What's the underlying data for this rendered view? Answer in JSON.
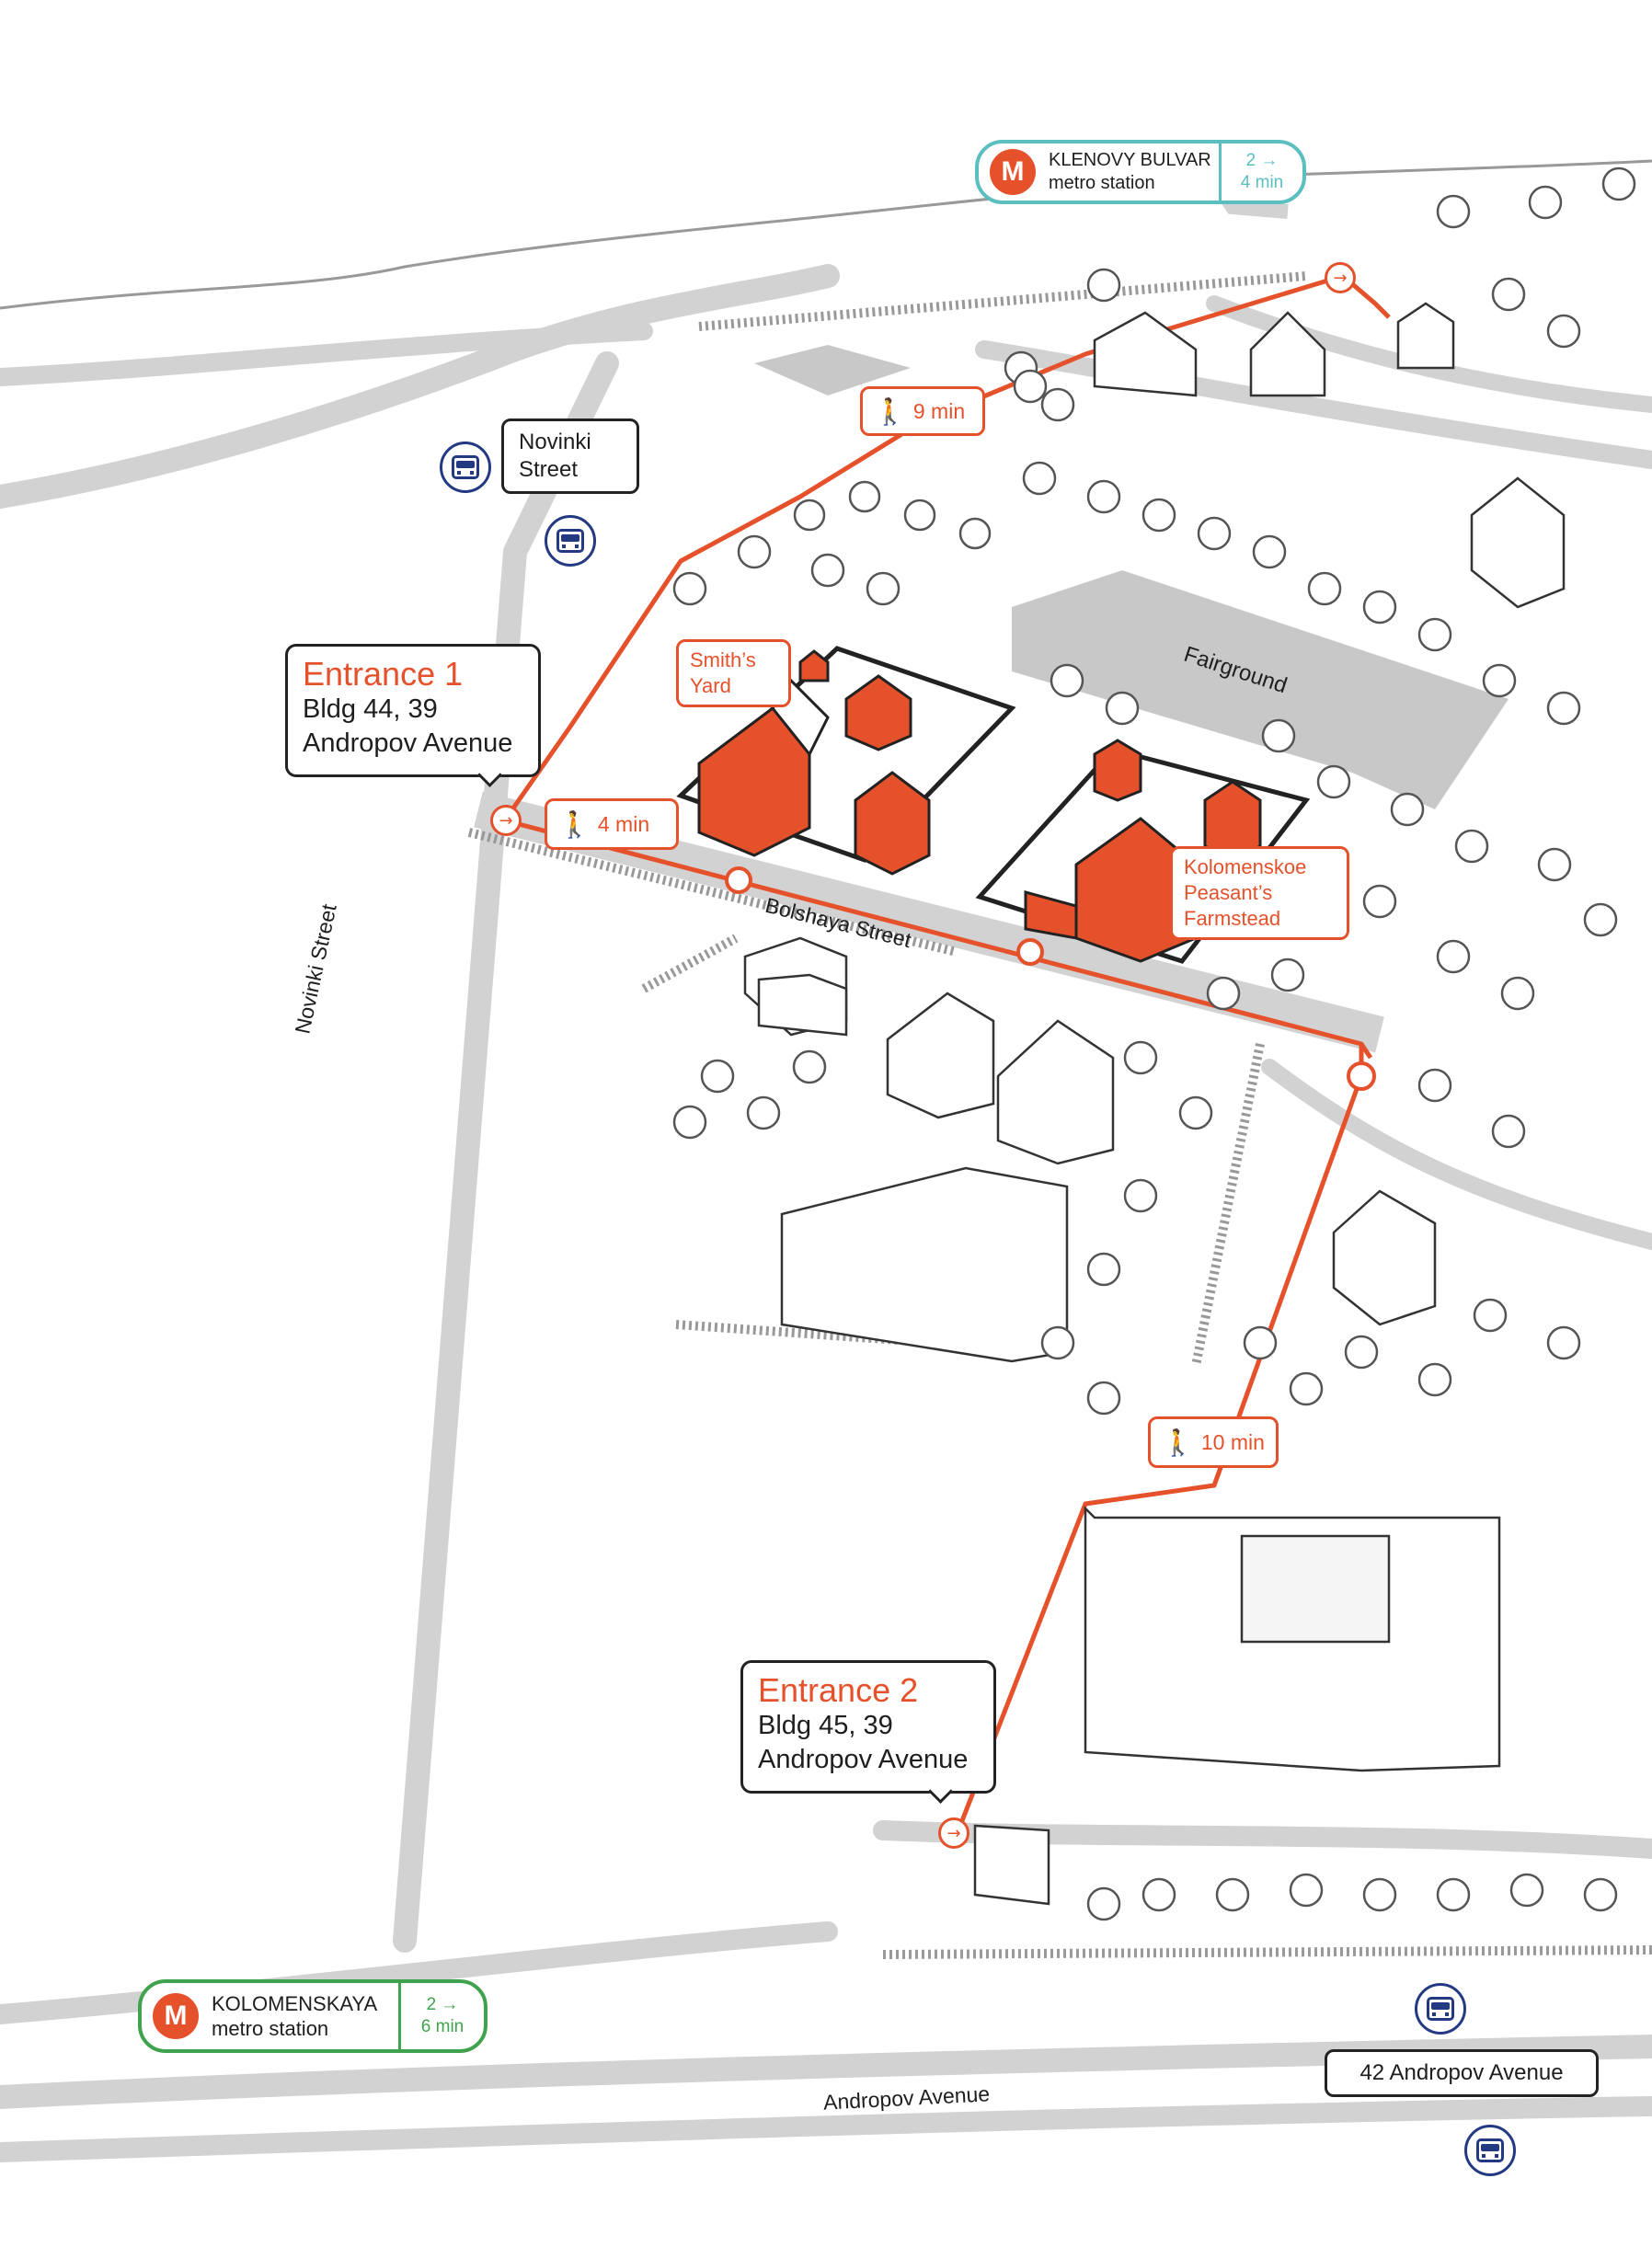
{
  "colors": {
    "route": "#e5512a",
    "road": "#d2d2d2",
    "paved": "#c8c8c8",
    "outline": "#999999",
    "bus": "#233a82",
    "metro_top_accent": "#5bbfbf",
    "metro_bottom_accent": "#3fa34d",
    "building_highlight": "#e5512a"
  },
  "entrances": [
    {
      "title": "Entrance 1",
      "line1": "Bldg 44, 39",
      "line2": "Andropov Avenue"
    },
    {
      "title": "Entrance 2",
      "line1": "Bldg 45, 39",
      "line2": "Andropov Avenue"
    }
  ],
  "metro": [
    {
      "name": "KLENOVY BULVAR",
      "sub": "metro station",
      "freq": "2 →",
      "time": "4 min",
      "logo": "M"
    },
    {
      "name": "KOLOMENSKAYA",
      "sub": "metro station",
      "freq": "2 →",
      "time": "6 min",
      "logo": "M"
    }
  ],
  "walk": [
    {
      "icon": "walker-icon",
      "label": "9 min"
    },
    {
      "icon": "walker-icon",
      "label": "4 min"
    },
    {
      "icon": "walker-icon",
      "label": "10 min"
    }
  ],
  "places": {
    "smith": "Smith’s Yard",
    "kolomenskoe_1": "Kolomenskoe",
    "kolomenskoe_2": "Peasant’s",
    "kolomenskoe_3": "Farmstead",
    "fairground": "Fairground"
  },
  "bus_stops": [
    {
      "icon": "bus-icon",
      "label_1": "Novinki",
      "label_2": "Street"
    },
    {
      "icon": "bus-icon",
      "label_1": "42 Andropov Avenue"
    }
  ],
  "streets": {
    "novinki": "Novinki Street",
    "bolshaya": "Bolshaya Street",
    "andropov": "Andropov Avenue"
  }
}
